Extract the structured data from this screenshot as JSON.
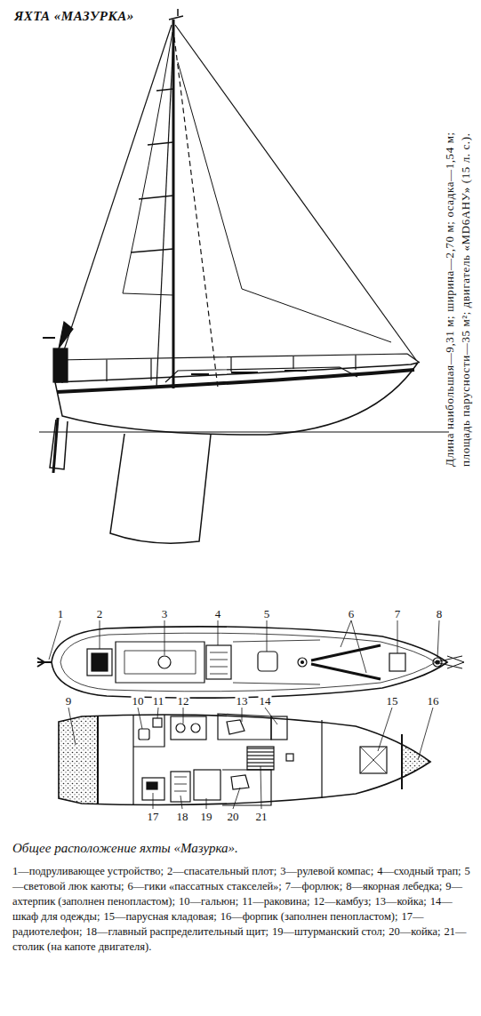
{
  "diagram": {
    "title": "ЯХТА «МАЗУРКА»",
    "caption": "Общее расположение яхты «Мазурка».",
    "labels": [
      "1",
      "2",
      "3",
      "4",
      "5",
      "6",
      "7",
      "8",
      "9",
      "10",
      "11",
      "12",
      "13",
      "14",
      "15",
      "16",
      "17",
      "18",
      "19",
      "20",
      "21",
      "Длина наибольшая—9,31 м; ширина—2,70 м; осадка—1,54 м;",
      "площадь парусности—35 м²; двигатель «MD6AНУ» (15 л. с.).",
      "1—подруливающее устройство;",
      "2—спасательный плот;",
      "3—рулевой компас;",
      "4—сходный трап;",
      "5—световой люк каюты;",
      "6—гики «пассатных стакселей»;",
      "7—форлюк;",
      "8—якорная лебедка;",
      "9—ахтерпик (заполнен пенопластом);",
      "10—гальюн;",
      "11—раковина;",
      "12—камбуз;",
      "13—койка;",
      "14—шкаф для одежды;",
      "15—парусная кладовая;",
      "16—форпик (заполнен пенопластом);",
      "17—радиотелефон;",
      "18—главный распределительный щит;",
      "19—штурманский стол;",
      "20—койка;",
      "21—столик (на капоте двигателя)."
    ]
  }
}
